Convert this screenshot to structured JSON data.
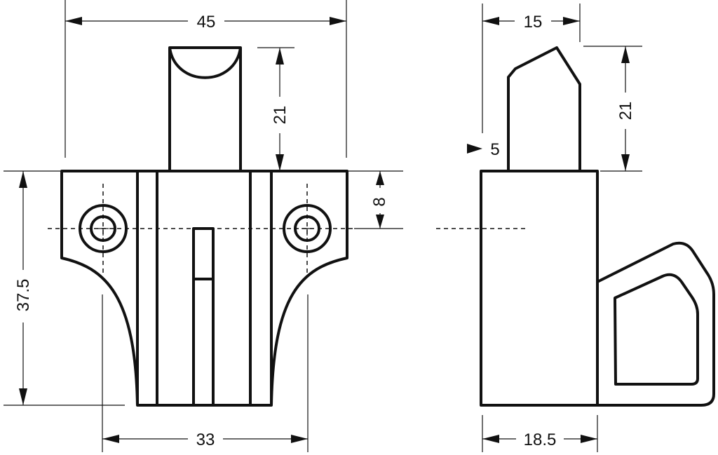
{
  "dimensions": {
    "front_width": "45",
    "front_plunger_height": "21",
    "front_hole_offset": "8",
    "front_height": "37.5",
    "front_base_width": "33",
    "side_plunger_width": "15",
    "side_plunger_height": "21",
    "side_plunger_offset": "5",
    "side_base_width": "18.5"
  }
}
